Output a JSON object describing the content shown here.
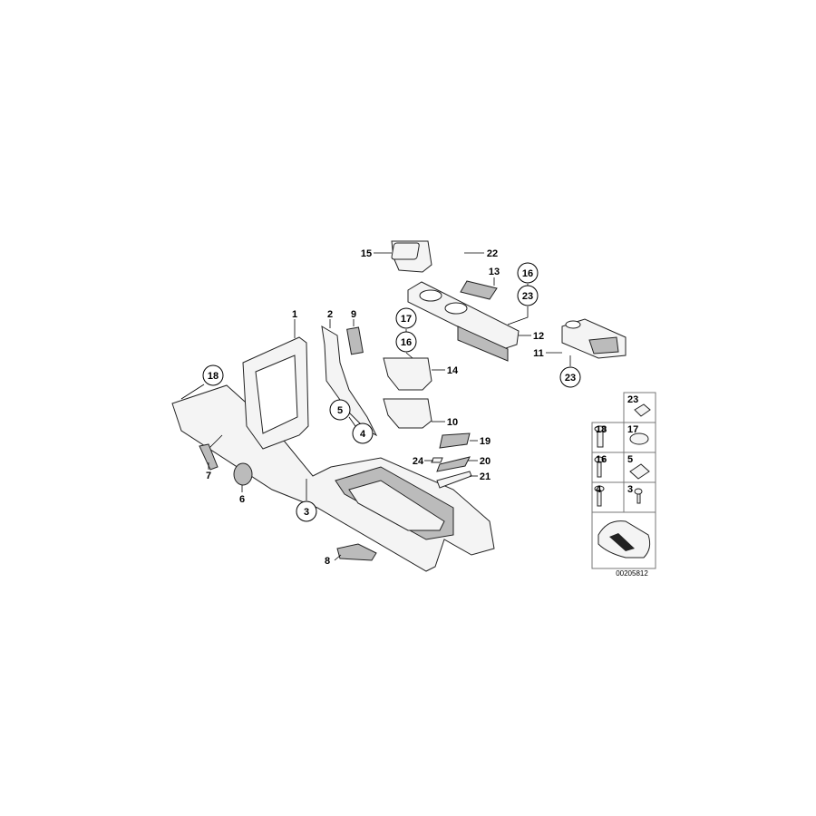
{
  "diagram": {
    "callouts": [
      "15",
      "22",
      "13",
      "16",
      "23",
      "17",
      "16",
      "12",
      "11",
      "23",
      "14",
      "10",
      "19",
      "24",
      "20",
      "21",
      "1",
      "2",
      "9",
      "18",
      "5",
      "4",
      "7",
      "6",
      "3",
      "8"
    ],
    "legend_grid": {
      "cells": [
        "23",
        "18",
        "17",
        "16",
        "5",
        "4",
        "3"
      ]
    },
    "figure_number": "00205812",
    "colors": {
      "line": "#222222",
      "background": "#ffffff",
      "grid": "#777777"
    }
  }
}
